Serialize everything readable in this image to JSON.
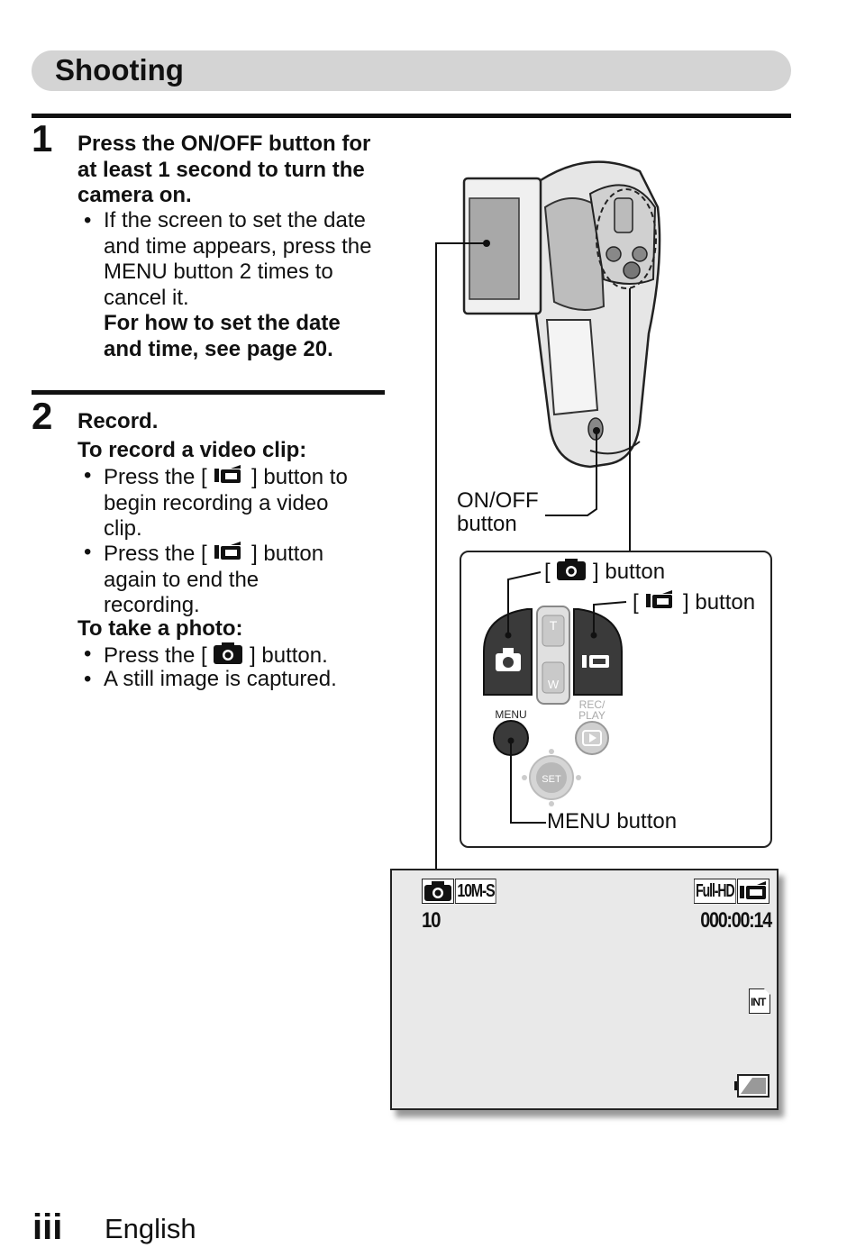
{
  "section_title": "Shooting",
  "step1": {
    "number": "1",
    "heading": "Press the ON/OFF button for at least 1 second to turn the camera on.",
    "bullet": "If the screen to set the date and time appears, press the MENU button 2 times to cancel it.",
    "bold_note": "For how to set the date and time, see page 20."
  },
  "step2": {
    "number": "2",
    "heading": "Record.",
    "video_subhead": "To record a video clip:",
    "video_bullets": [
      [
        "Press the [",
        "] button to",
        "begin recording a video",
        "clip."
      ],
      [
        "Press the [",
        "] button",
        "again to end the",
        "recording."
      ]
    ],
    "photo_subhead": "To take a photo:",
    "photo_bullets": [
      [
        "Press the [",
        "] button."
      ],
      [
        "A still image is captured."
      ]
    ]
  },
  "callouts": {
    "onoff_line1": "ON/OFF",
    "onoff_line2": "button",
    "photo_open": "[",
    "photo_close": "] button",
    "video_open": "[",
    "video_close": "] button",
    "menu": "MENU button"
  },
  "camera_labels": {
    "zoom_t": "T",
    "zoom_w": "W",
    "menu_small": "MENU",
    "rec_play_1": "REC/",
    "rec_play_2": "PLAY",
    "set": "SET"
  },
  "screen": {
    "resolution": "10M-S",
    "shots": "10",
    "video_mode": "Full-HD",
    "time": "000:00:14",
    "memory": "INT"
  },
  "footer": {
    "page": "iii",
    "language": "English"
  }
}
